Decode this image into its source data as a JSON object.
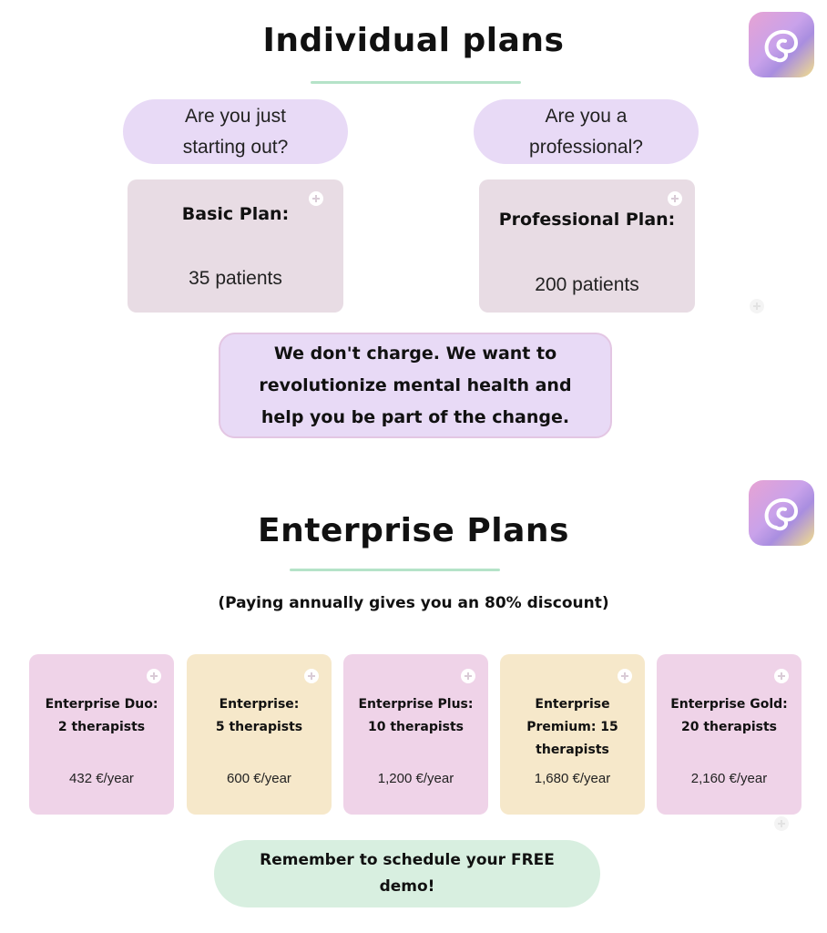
{
  "individual": {
    "title": "Individual plans",
    "questions": [
      "Are you just starting out?",
      "Are you a professional?"
    ],
    "plans": [
      {
        "name": "Basic Plan:",
        "value": "35 patients"
      },
      {
        "name": "Professional Plan:",
        "value": "200 patients"
      }
    ],
    "message": "We don't charge. We want to revolutionize mental health and help you be part of the change."
  },
  "enterprise": {
    "title": "Enterprise Plans",
    "discount_note": "(Paying annually gives you an 80% discount)",
    "plans": [
      {
        "name": "Enterprise Duo: 2 therapists",
        "price": "432 €/year",
        "color": "#efd3e8"
      },
      {
        "name": "Enterprise: 5 therapists",
        "price": "600 €/year",
        "color": "#f6e8ca"
      },
      {
        "name": "Enterprise Plus: 10 therapists",
        "price": "1,200 €/year",
        "color": "#efd3e8"
      },
      {
        "name": "Enterprise Premium: 15 therapists",
        "price": "1,680 €/year",
        "color": "#f6e8ca"
      },
      {
        "name": "Enterprise Gold: 20 therapists",
        "price": "2,160 €/year",
        "color": "#efd3e8"
      }
    ],
    "cta": "Remember to schedule your FREE demo!"
  },
  "icons": {
    "logo": "brand-logo-icon",
    "expand": "plus-circle-icon"
  },
  "colors": {
    "pill": "#e8daf6",
    "plan_card": "#e8dce4",
    "underline": "#b5e3c8",
    "cta": "#d8efe0"
  }
}
